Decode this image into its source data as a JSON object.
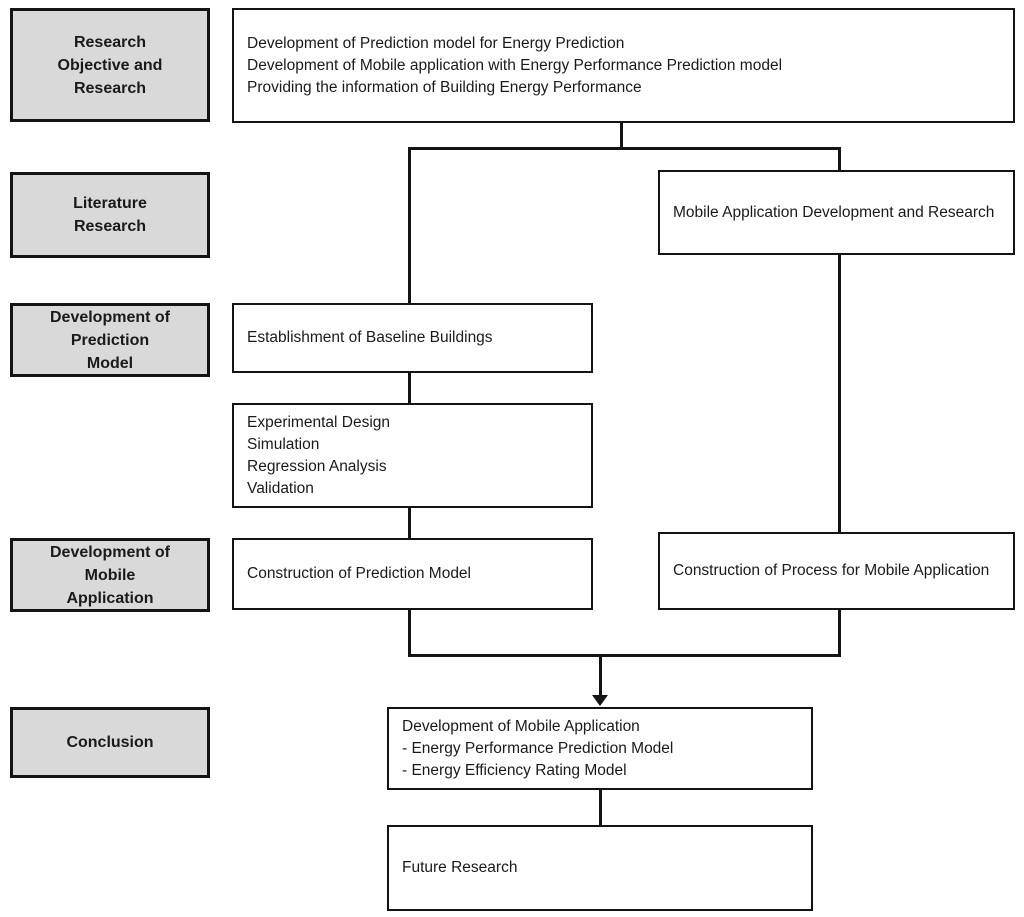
{
  "colors": {
    "stage_fill": "#d9d9d9",
    "line": "#141414",
    "text": "#1a1a1a",
    "background": "#ffffff"
  },
  "sidebar_stages": [
    {
      "label": "Research\nObjective and\nResearch"
    },
    {
      "label": "Literature\nResearch"
    },
    {
      "label": "Development of\nPrediction\nModel"
    },
    {
      "label": "Development of\nMobile\nApplication"
    },
    {
      "label": "Conclusion"
    }
  ],
  "nodes": {
    "objective_summary": "Development of Prediction model for Energy Prediction\nDevelopment of Mobile application with Energy Performance Prediction model\nProviding the information of Building Energy Performance",
    "mobile_app_research": "Mobile Application Development and Research",
    "baseline_buildings": "Establishment of Baseline Buildings",
    "experimental_steps": "Experimental Design\nSimulation\nRegression Analysis\nValidation",
    "construction_prediction_model": "Construction of Prediction Model",
    "construction_process_mobile": "Construction of Process for Mobile Application",
    "development_mobile_application": "Development of Mobile Application\n- Energy Performance Prediction Model\n- Energy Efficiency Rating Model",
    "future_research": "Future Research"
  }
}
